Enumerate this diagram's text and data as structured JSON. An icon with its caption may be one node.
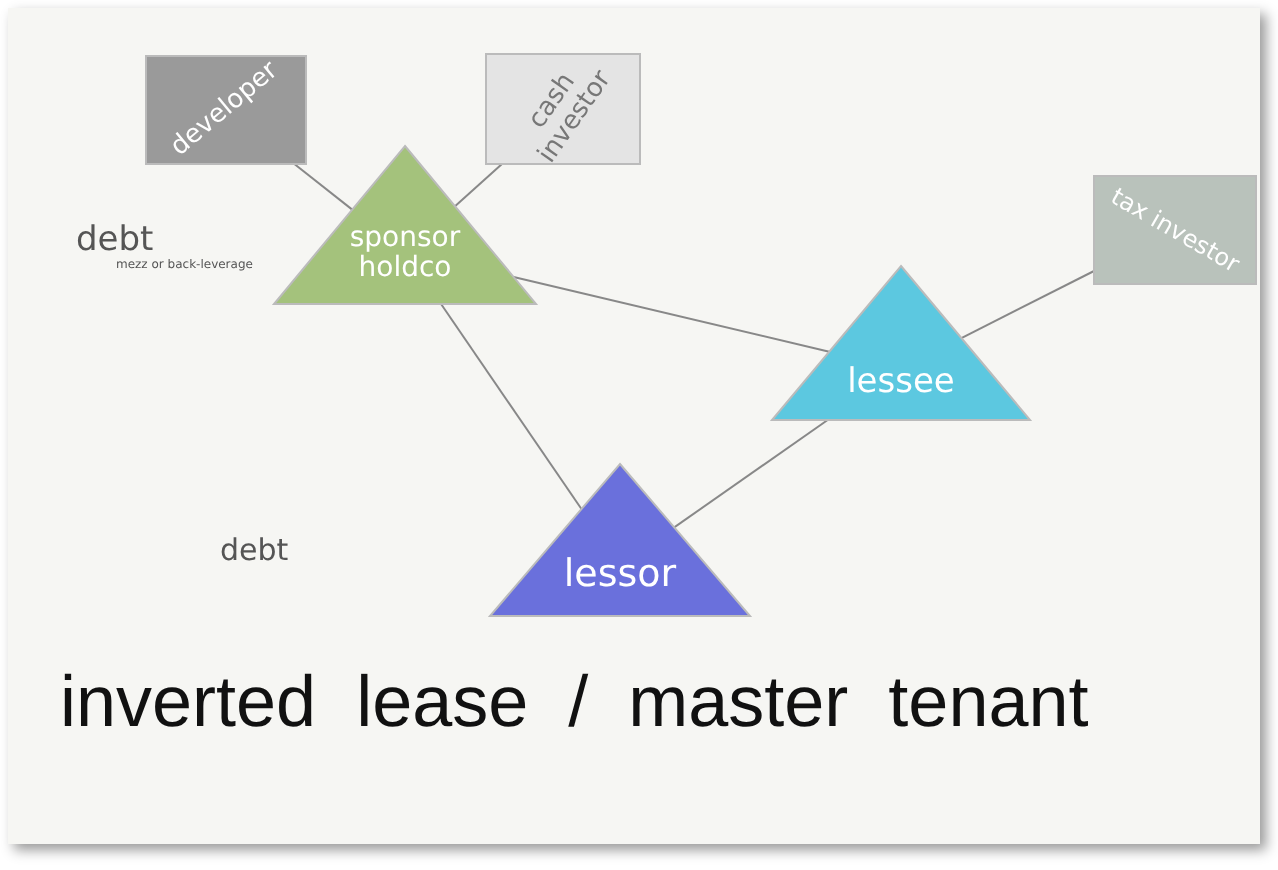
{
  "diagram": {
    "caption": "inverted lease / master tenant",
    "nodes": [
      {
        "text": [
          "developer"
        ]
      },
      {
        "text": [
          "cash investor"
        ]
      },
      {
        "text": [
          "sponsor holdco"
        ]
      },
      {
        "text": [
          "tax investor"
        ]
      },
      {
        "text": [
          "lessee"
        ]
      },
      {
        "text": [
          "lessor"
        ]
      }
    ],
    "edges": [
      {
        "from": 0,
        "to": 2,
        "arrow": "none"
      },
      {
        "from": 1,
        "to": 2,
        "arrow": "none"
      },
      {
        "from": 2,
        "to": 4,
        "arrow": "none"
      },
      {
        "from": 2,
        "to": 5,
        "arrow": "none"
      },
      {
        "from": 4,
        "to": 3,
        "arrow": "none"
      },
      {
        "from": 5,
        "to": 4,
        "arrow": "none"
      }
    ],
    "labels": [
      "debt",
      "mezz or back-leverage",
      "debt"
    ]
  }
}
